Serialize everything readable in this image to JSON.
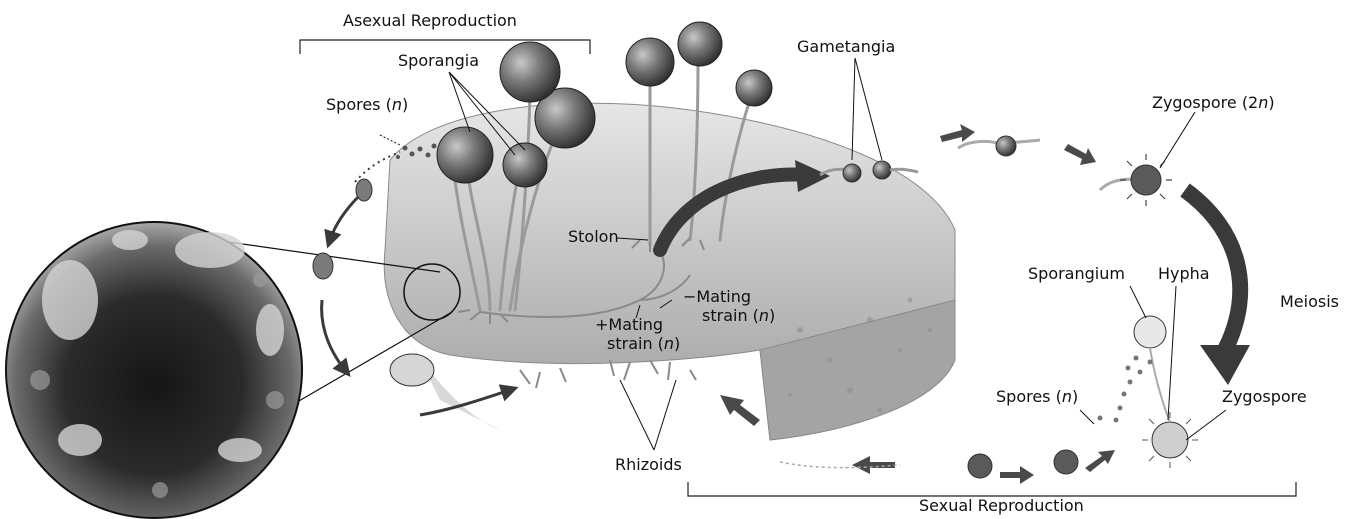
{
  "section_titles": {
    "asexual": "Asexual Reproduction",
    "sexual": "Sexual Reproduction"
  },
  "labels": {
    "sporangia": "Sporangia",
    "spores_n_top": [
      "Spores (",
      "n",
      ")"
    ],
    "gametangia": "Gametangia",
    "zygospore_2n": [
      "Zygospore (2",
      "n",
      ")"
    ],
    "stolon": "Stolon",
    "minus_mating_1": "−Mating",
    "minus_mating_2": [
      "strain (",
      "n",
      ")"
    ],
    "plus_mating_1": "+Mating",
    "plus_mating_2": [
      "strain (",
      "n",
      ")"
    ],
    "sporangium": "Sporangium",
    "hypha": "Hypha",
    "meiosis": "Meiosis",
    "spores_n_bottom": [
      "Spores (",
      "n",
      ")"
    ],
    "zygospore": "Zygospore",
    "rhizoids": "Rhizoids"
  },
  "colors": {
    "arrow": "#3a3a3a",
    "bread": "#b8b8b8",
    "sporangium_fill": "#6a6a6a",
    "micrograph_dark": "#1c1c1c"
  }
}
